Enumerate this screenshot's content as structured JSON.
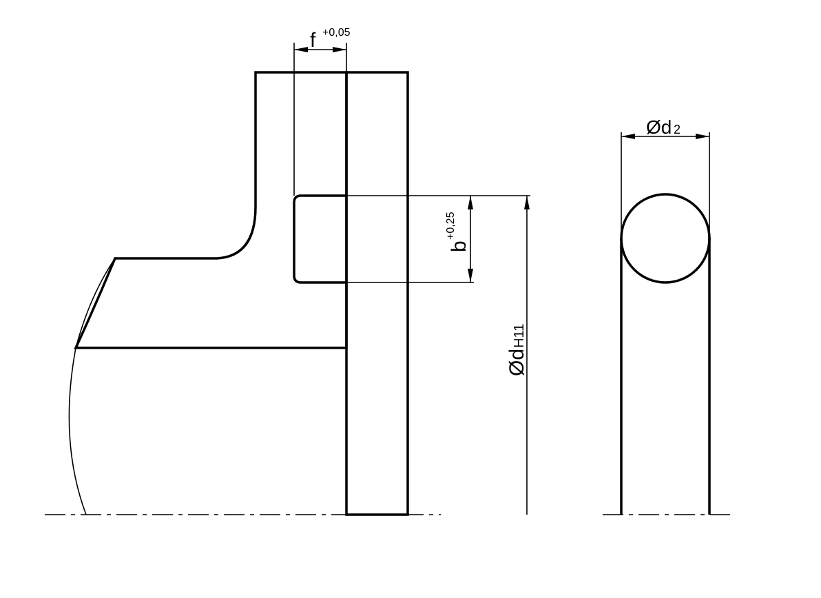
{
  "drawing": {
    "groove_width": {
      "symbol": "f",
      "tolerance": "+0,05"
    },
    "groove_depth": {
      "symbol": "b",
      "tolerance": "+0,25"
    },
    "bore_diameter": {
      "symbol": "Ød",
      "tolerance_class": "H11"
    },
    "cord_diameter": {
      "symbol": "Ød",
      "subscript": "2"
    },
    "colors": {
      "line": "#000000",
      "background": "#ffffff"
    }
  }
}
